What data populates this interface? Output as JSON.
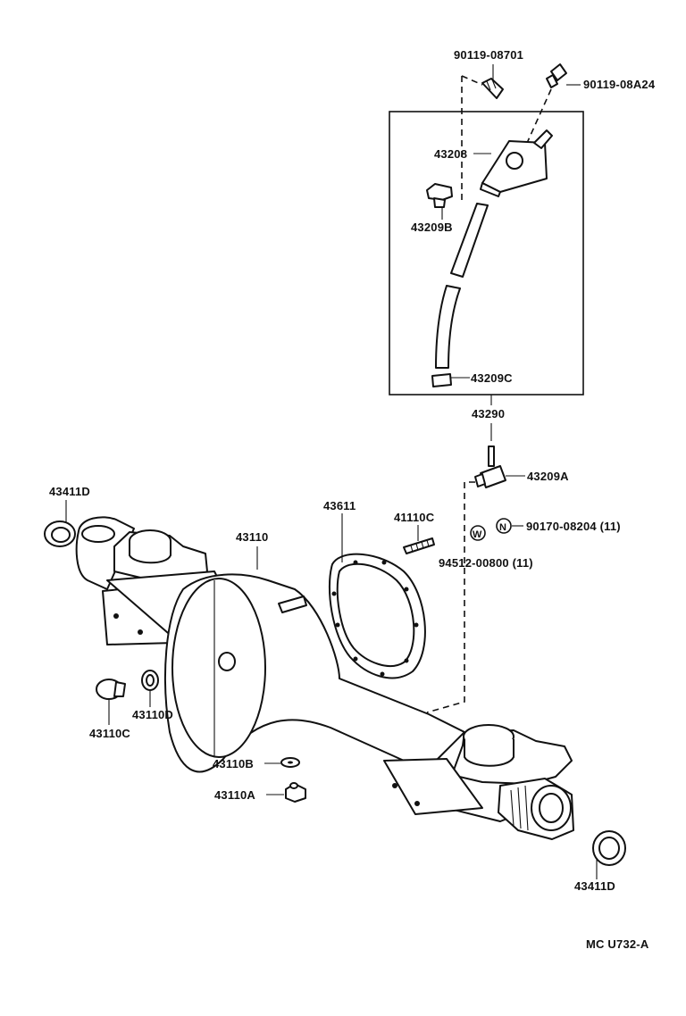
{
  "labels": {
    "p90119_08701": "90119-08701",
    "p90119_08a24": "90119-08A24",
    "p43208": "43208",
    "p43209b": "43209B",
    "p43209c": "43209C",
    "p43290": "43290",
    "p43209a": "43209A",
    "p43411d_top": "43411D",
    "p43611": "43611",
    "p41110c": "41110C",
    "p43110": "43110",
    "p90170_08204": "90170-08204 (11)",
    "p94512_00800": "94512-00800 (11)",
    "p43110c": "43110C",
    "p43110d": "43110D",
    "p43110b": "43110B",
    "p43110a": "43110A",
    "p43411d_bottom": "43411D",
    "marker_n": "N",
    "marker_w": "W",
    "diagram_code": "MC  U732-A"
  }
}
